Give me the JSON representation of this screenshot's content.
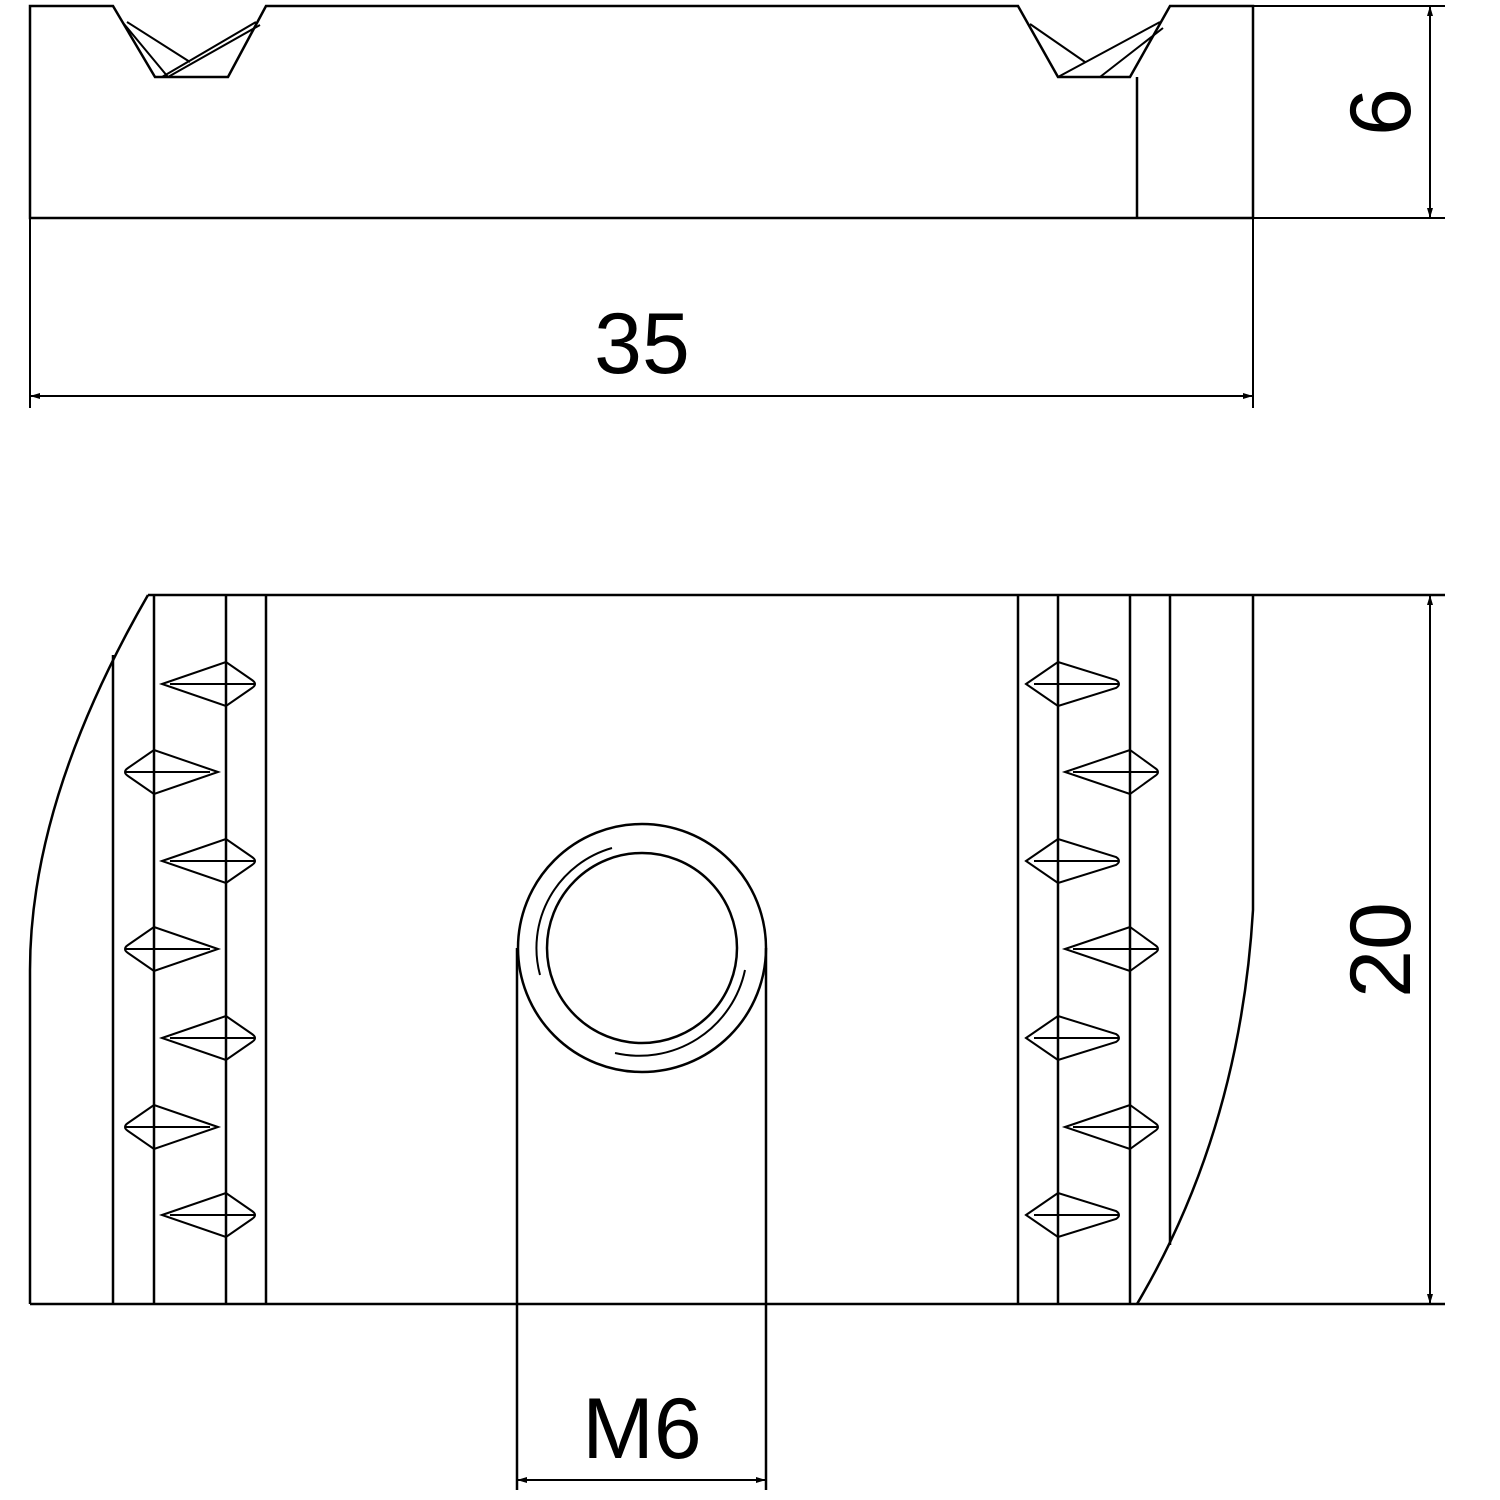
{
  "dimensions": {
    "height_top": "6",
    "width": "35",
    "depth": "20",
    "thread": "M6"
  }
}
